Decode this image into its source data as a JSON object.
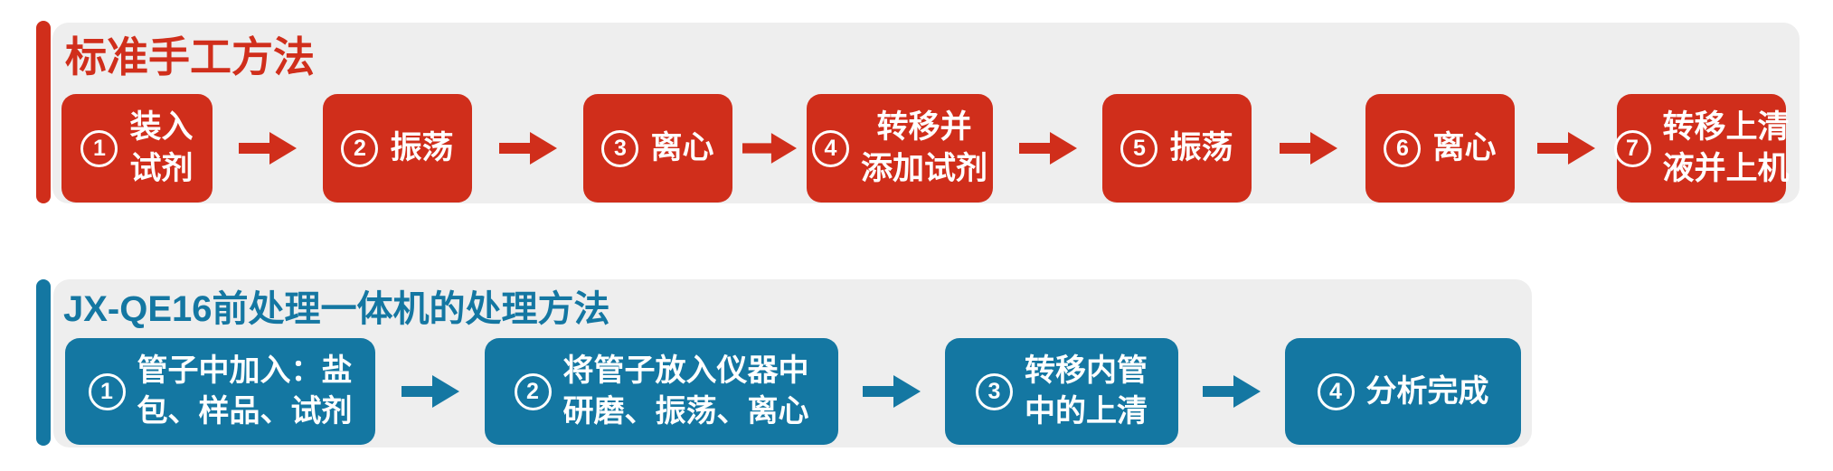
{
  "colors": {
    "red": "#d02e1b",
    "blue": "#1477a2",
    "panel_bg": "#eeeeee",
    "page_bg": "#ffffff"
  },
  "manual_section": {
    "title": "标准手工方法",
    "steps": [
      {
        "num": "1",
        "lines": [
          "装入",
          "试剂"
        ]
      },
      {
        "num": "2",
        "lines": [
          "振荡"
        ]
      },
      {
        "num": "3",
        "lines": [
          "离心"
        ]
      },
      {
        "num": "4",
        "lines": [
          "转移并",
          "添加试剂"
        ]
      },
      {
        "num": "5",
        "lines": [
          "振荡"
        ]
      },
      {
        "num": "6",
        "lines": [
          "离心"
        ]
      },
      {
        "num": "7",
        "lines": [
          "转移上清",
          "液并上机"
        ]
      }
    ]
  },
  "machine_section": {
    "title": "JX-QE16前处理一体机的处理方法",
    "steps": [
      {
        "num": "1",
        "lines": [
          "管子中加入：盐",
          "包、样品、试剂"
        ]
      },
      {
        "num": "2",
        "lines": [
          "将管子放入仪器中",
          "研磨、振荡、离心"
        ]
      },
      {
        "num": "3",
        "lines": [
          "转移内管",
          "中的上清"
        ]
      },
      {
        "num": "4",
        "lines": [
          "分析完成"
        ]
      }
    ]
  }
}
